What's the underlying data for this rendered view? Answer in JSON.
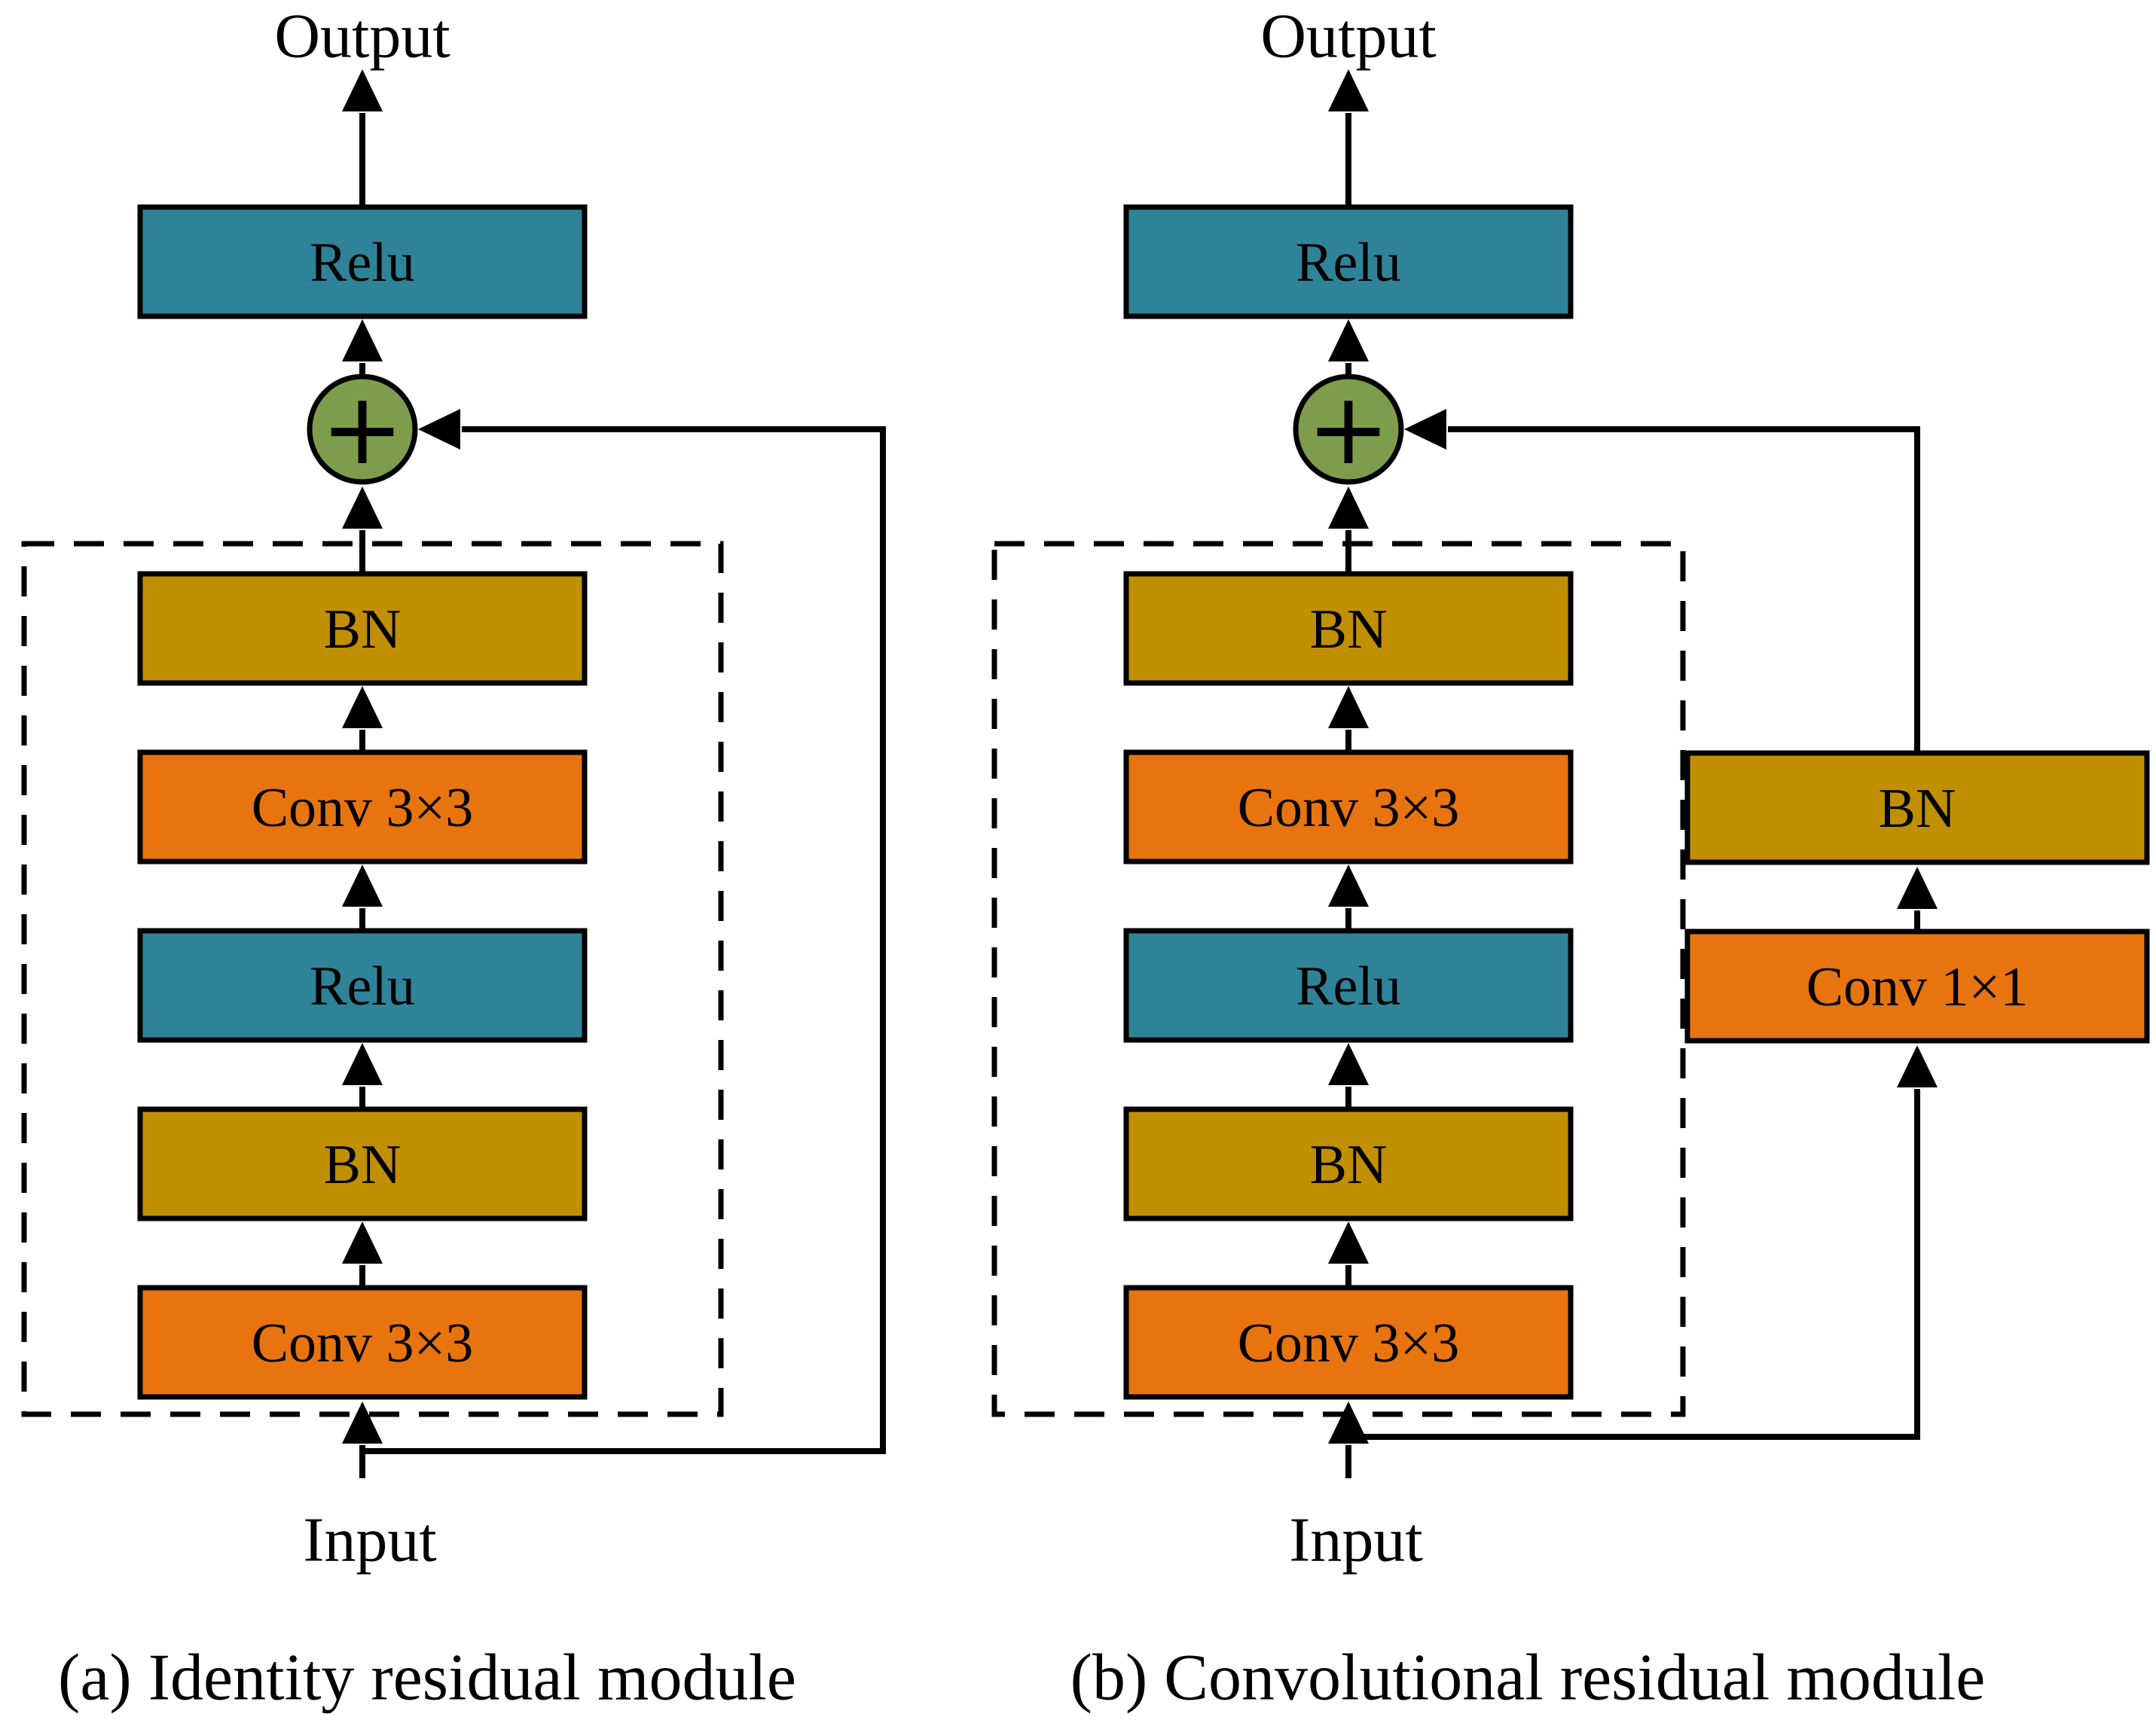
{
  "diagram": {
    "background": "#ffffff",
    "colors": {
      "relu": "#2F8399",
      "bn": "#C09002",
      "conv": "#E8740F",
      "add_circle": "#7E9D4C",
      "line": "#000000"
    },
    "left": {
      "caption": "(a) Identity residual module",
      "output_label": "Output",
      "input_label": "Input",
      "relu_label": "Relu",
      "add_symbol": "+",
      "stack": [
        {
          "label": "BN"
        },
        {
          "label": "Conv 3×3"
        },
        {
          "label": "Relu"
        },
        {
          "label": "BN"
        },
        {
          "label": "Conv 3×3"
        }
      ]
    },
    "right": {
      "caption": "(b) Convolutional residual module",
      "output_label": "Output",
      "input_label": "Input",
      "relu_label": "Relu",
      "add_symbol": "+",
      "stack": [
        {
          "label": "BN"
        },
        {
          "label": "Conv 3×3"
        },
        {
          "label": "Relu"
        },
        {
          "label": "BN"
        },
        {
          "label": "Conv 3×3"
        }
      ],
      "side_branch": [
        {
          "label": "BN"
        },
        {
          "label": "Conv 1×1"
        }
      ]
    }
  }
}
